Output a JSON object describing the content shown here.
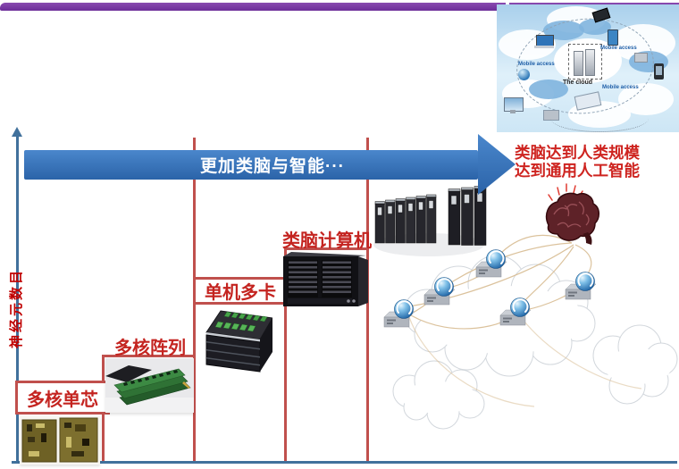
{
  "slide": {
    "top_bar_color": "#7030A0",
    "background": "#FFFFFF"
  },
  "axes": {
    "y_label": "神经元数目",
    "axis_color": "#41719C",
    "label_color": "#C00000"
  },
  "arrow": {
    "label": "更加类脑与智能···",
    "fill_top": "#4A87CC",
    "fill_bottom": "#2B63A8"
  },
  "goal": {
    "line1": "类脑达到人类规模",
    "line2": "达到通用人工智能",
    "color": "#CE2420"
  },
  "steps": [
    {
      "label": "多核单芯"
    },
    {
      "label": "多核阵列"
    },
    {
      "label": "单机多卡"
    },
    {
      "label": "类脑计算机"
    }
  ],
  "step_accent_color": "#C0504D",
  "cloud_panel": {
    "center_label": "The cloud",
    "labels": [
      "Mobile access",
      "Mobile access",
      "Mobile access"
    ]
  }
}
